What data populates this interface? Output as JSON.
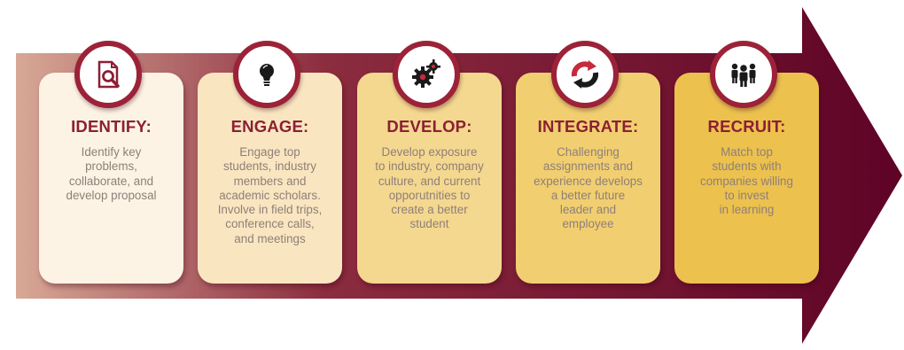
{
  "colors": {
    "arrow_start": "#d8a896",
    "arrow_mid": "#8c2c3f",
    "arrow_end": "#5e0326",
    "icon_ring": "#9c2238",
    "title": "#8c1f35",
    "text": "#8f7f78"
  },
  "stages": [
    {
      "title": "IDENTIFY:",
      "description": "Identify key\nproblems,\ncollaborate, and\ndevelop proposal",
      "icon": "document-search-icon",
      "card_color": "#fcf3e5"
    },
    {
      "title": "ENGAGE:",
      "description": "Engage top\nstudents, industry\nmembers and\nacademic scholars.\nInvolve in field trips,\nconference calls,\nand meetings",
      "icon": "lightbulb-icon",
      "card_color": "#f9e6c0"
    },
    {
      "title": "DEVELOP:",
      "description": "Develop exposure\nto industry, company\nculture, and current\nopporutnities to\ncreate a better\nstudent",
      "icon": "gears-icon",
      "card_color": "#f4d890"
    },
    {
      "title": "INTEGRATE:",
      "description": "Challenging\nassignments and\nexperience develops\na better future\nleader and\nemployee",
      "icon": "cycle-arrows-icon",
      "card_color": "#f1cf70"
    },
    {
      "title": "RECRUIT:",
      "description": "Match top\nstudents with\ncompanies willing\nto invest\nin learning",
      "icon": "team-icon",
      "card_color": "#ecc14e"
    }
  ]
}
